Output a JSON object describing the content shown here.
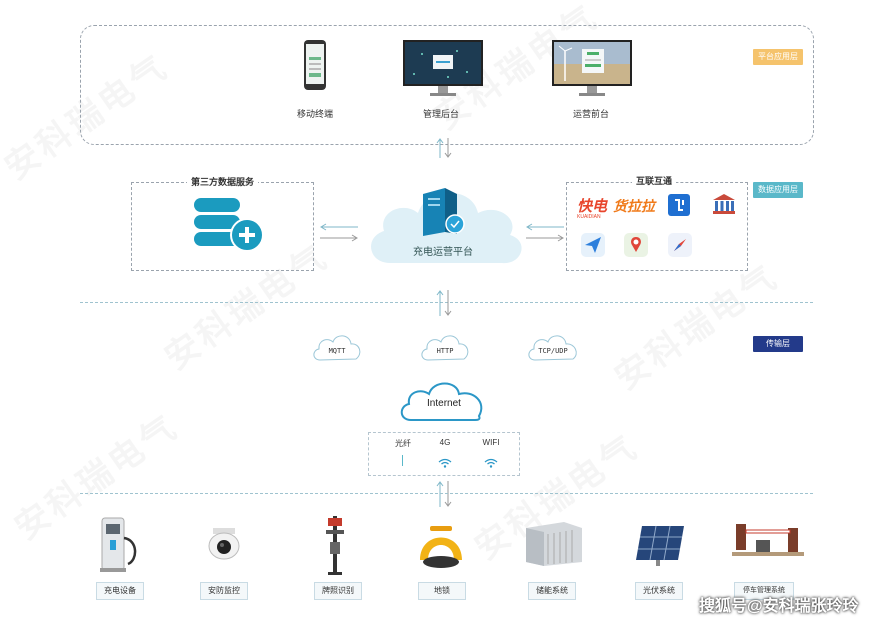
{
  "layers": {
    "platform_app": "平台应用层",
    "data_app": "数据应用层",
    "transport": "传输层"
  },
  "colors": {
    "platform_tag": "#f5c36c",
    "data_tag": "#5ab8c9",
    "transport_tag": "#233a8a",
    "cloud": "#dff0f7",
    "arrow": "#7fb7c8"
  },
  "top_terminals": [
    {
      "label": "移动终端",
      "icon": "mobile-phone-icon"
    },
    {
      "label": "管理后台",
      "icon": "management-monitor-icon"
    },
    {
      "label": "运营前台",
      "icon": "operation-monitor-icon"
    }
  ],
  "third_party": {
    "title": "第三方数据服务",
    "icon": "database-plus-icon"
  },
  "platform": {
    "label": "充电运营平台",
    "icon": "server-icon"
  },
  "interconnect": {
    "title": "互联互通",
    "brands": [
      {
        "name": "快电",
        "sub": "KUAIDIAN",
        "color": "#e8452c"
      },
      {
        "name": "货拉拉",
        "color": "#f07a1a"
      }
    ],
    "icons": [
      "link-app-icon",
      "bank-icon",
      "paper-plane-map-icon",
      "baidu-map-icon",
      "compass-map-icon"
    ]
  },
  "protocols": [
    "MQTT",
    "HTTP",
    "TCP/UDP"
  ],
  "internet": {
    "label": "Internet",
    "links": [
      {
        "label": "光纤"
      },
      {
        "label": "4G"
      },
      {
        "label": "WIFI"
      }
    ]
  },
  "devices": [
    {
      "label": "充电设备",
      "icon": "charger-icon"
    },
    {
      "label": "安防监控",
      "icon": "camera-icon"
    },
    {
      "label": "牌照识别",
      "icon": "plate-recognition-icon"
    },
    {
      "label": "地锁",
      "icon": "parking-lock-icon"
    },
    {
      "label": "储能系统",
      "icon": "energy-storage-icon"
    },
    {
      "label": "光伏系统",
      "icon": "solar-panel-icon"
    },
    {
      "label": "停车管理系统",
      "icon": "parking-gate-icon"
    }
  ],
  "watermark": "安科瑞电气",
  "footer": "搜狐号@安科瑞张玲玲"
}
